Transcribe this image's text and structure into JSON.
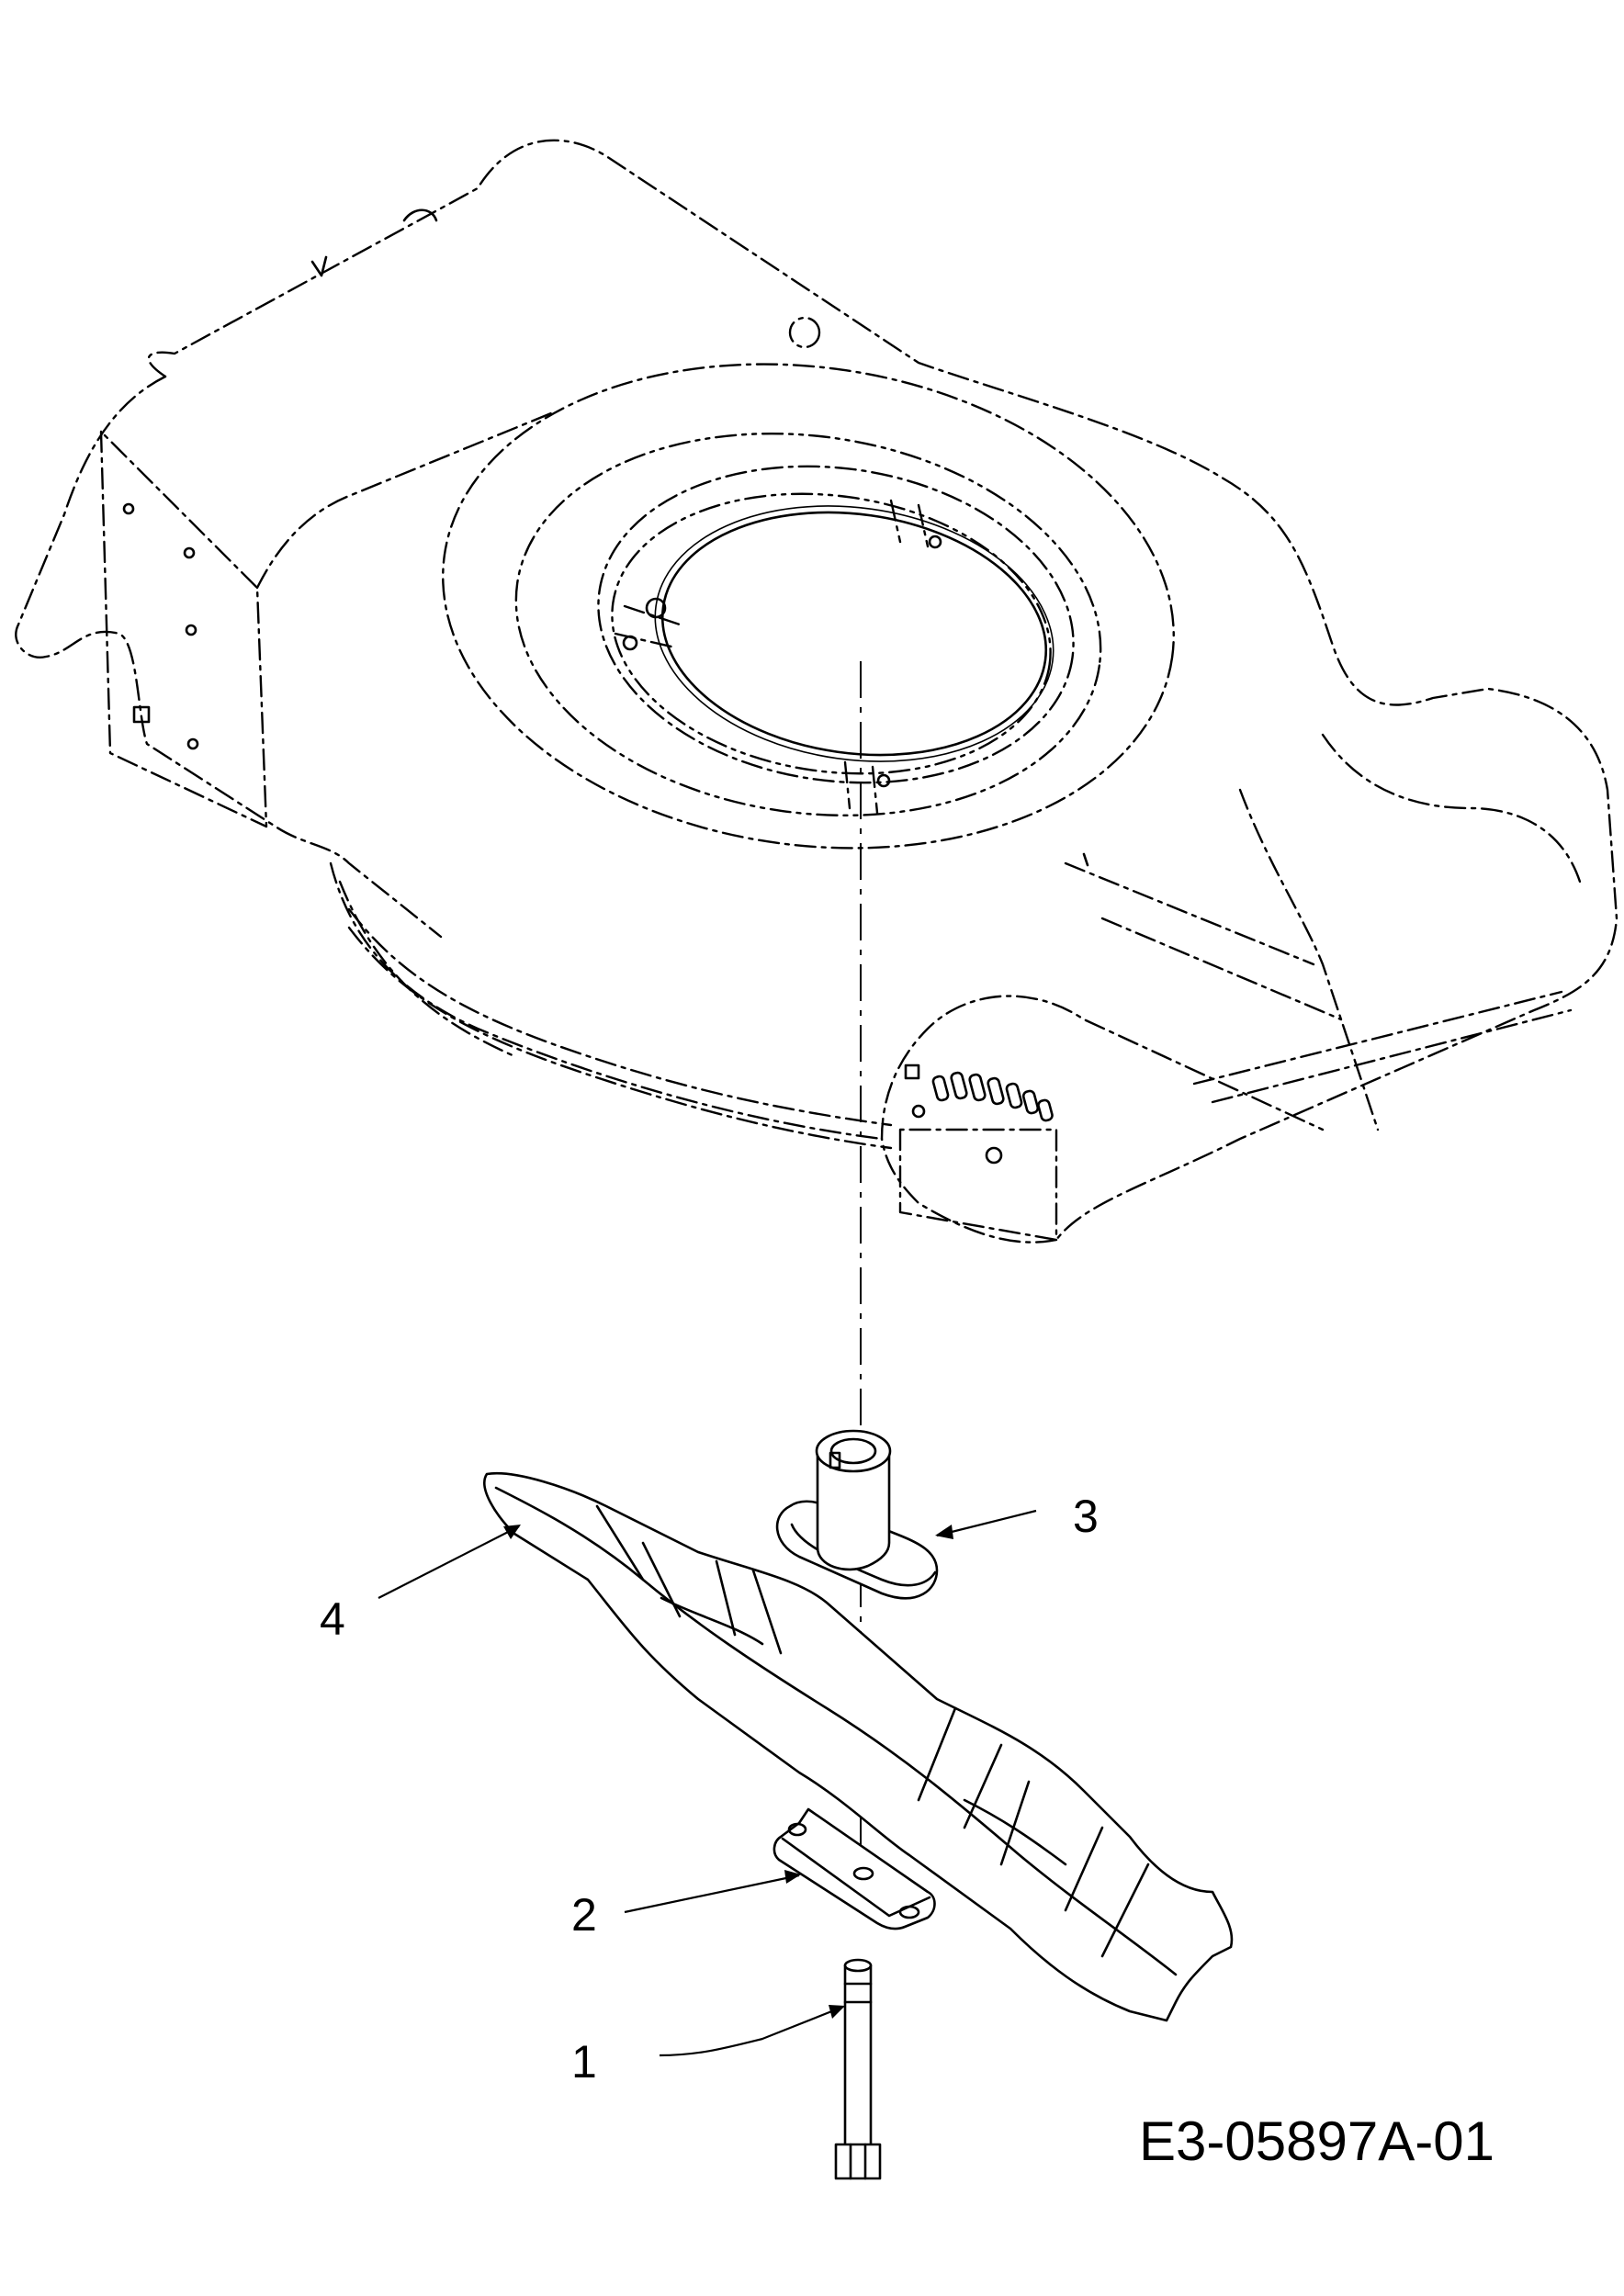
{
  "callouts": [
    {
      "id": "1",
      "label": "1"
    },
    {
      "id": "2",
      "label": "2"
    },
    {
      "id": "3",
      "label": "3"
    },
    {
      "id": "4",
      "label": "4"
    }
  ],
  "document_id": "E3-05897A-01"
}
